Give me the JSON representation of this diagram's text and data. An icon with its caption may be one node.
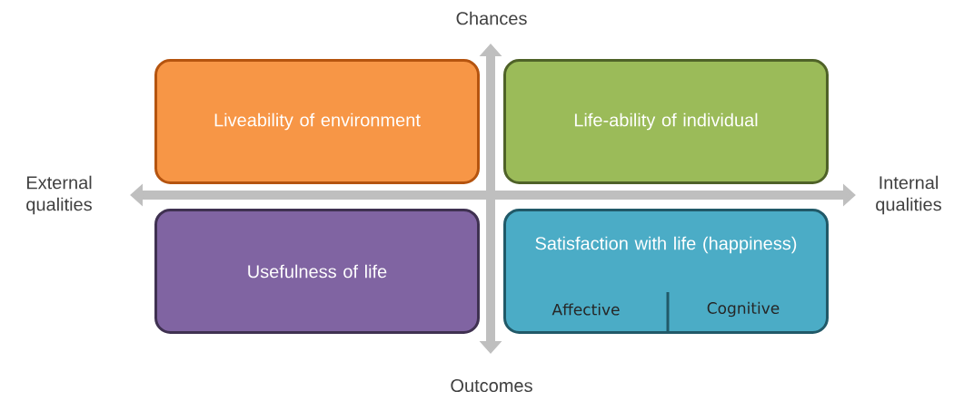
{
  "diagram": {
    "nodes": [
      {
        "text": [
          "Liveability of environment"
        ]
      },
      {
        "text": [
          "Life-ability of individual"
        ]
      },
      {
        "text": [
          "Usefulness of life"
        ]
      },
      {
        "text": [
          "Satisfaction with life (happiness)",
          "Affective",
          "Cognitive"
        ]
      }
    ],
    "labels": [
      "Chances",
      "External qualities",
      "Internal qualities",
      "Outcomes"
    ]
  }
}
